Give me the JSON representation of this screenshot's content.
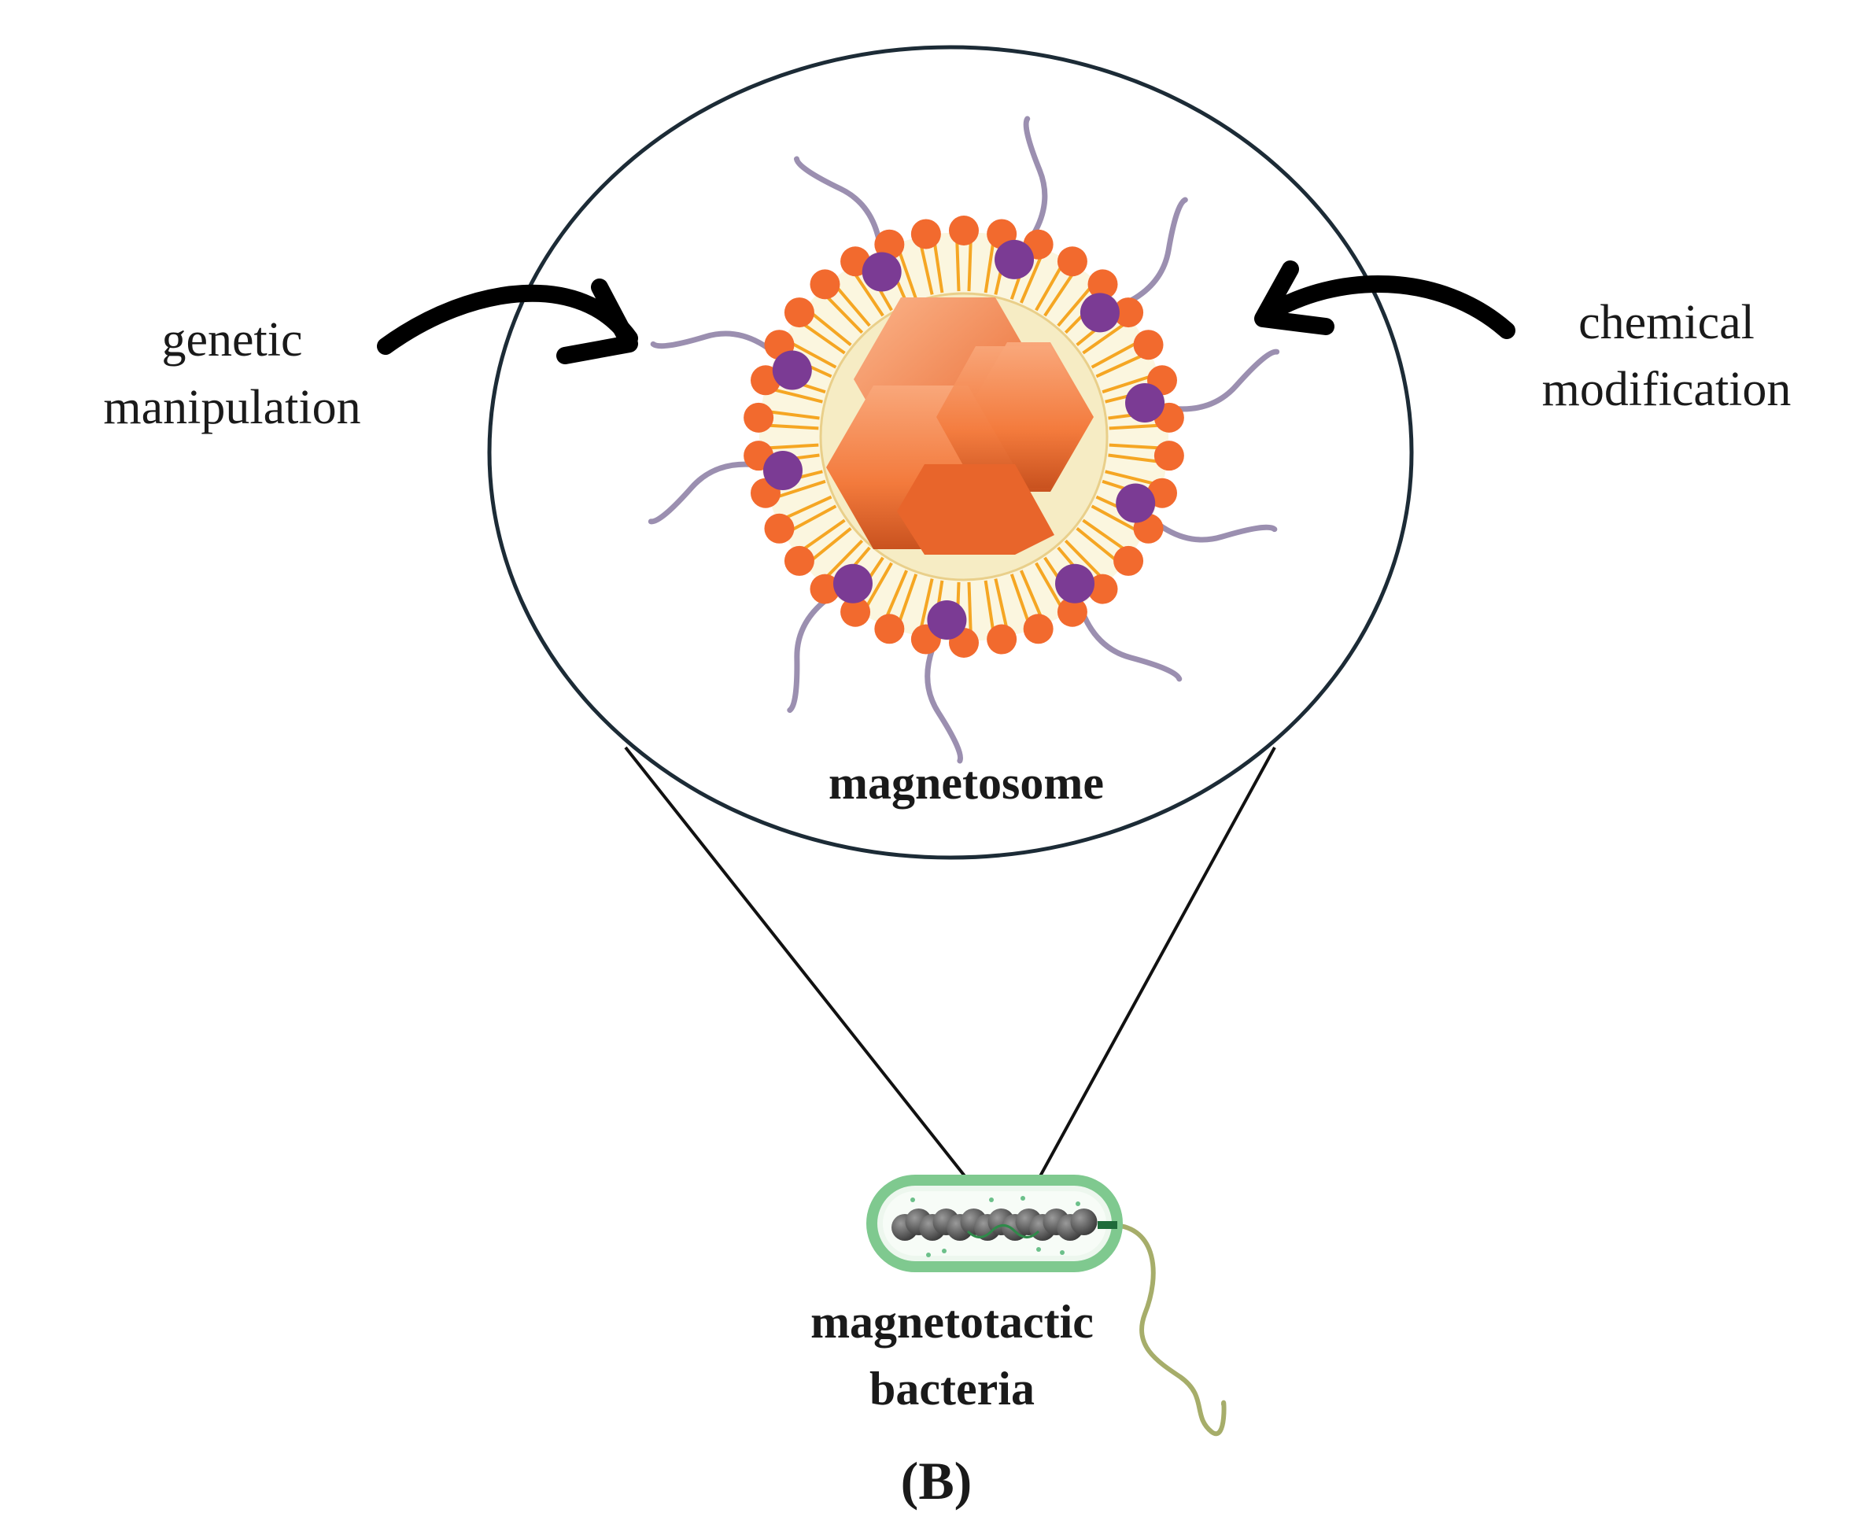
{
  "labels": {
    "left_line1": "genetic",
    "left_line2": "manipulation",
    "right_line1": "chemical",
    "right_line2": "modification",
    "center": "magnetosome",
    "bottom_line1": "magnetotactic",
    "bottom_line2": "bacteria",
    "panel": "(B)"
  },
  "colors": {
    "phospholipid_head": "#f26a2e",
    "protein": "#7b3b94",
    "tail": "#f5a623",
    "strand": "#9b8fb0",
    "crystal": "#f37a3c",
    "bacterium_outline": "#7fc98f",
    "flagellum": "#a6ad6a"
  }
}
